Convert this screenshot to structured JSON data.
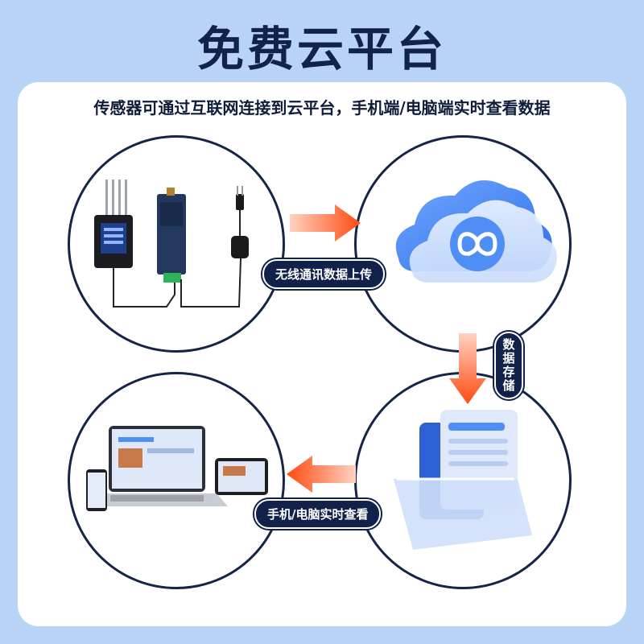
{
  "header": {
    "title": "免费云平台"
  },
  "card": {
    "subtitle": "传感器可通过互联网连接到云平台，手机端/电脑端实时查看数据"
  },
  "steps": {
    "wireless_label": "无线通讯数据上传",
    "storage_label": "数据存储",
    "view_label": "手机/电脑实时查看"
  },
  "colors": {
    "arrow": "#ff5a1f",
    "navy": "#11214a",
    "cloud": "#4f8ef5"
  }
}
